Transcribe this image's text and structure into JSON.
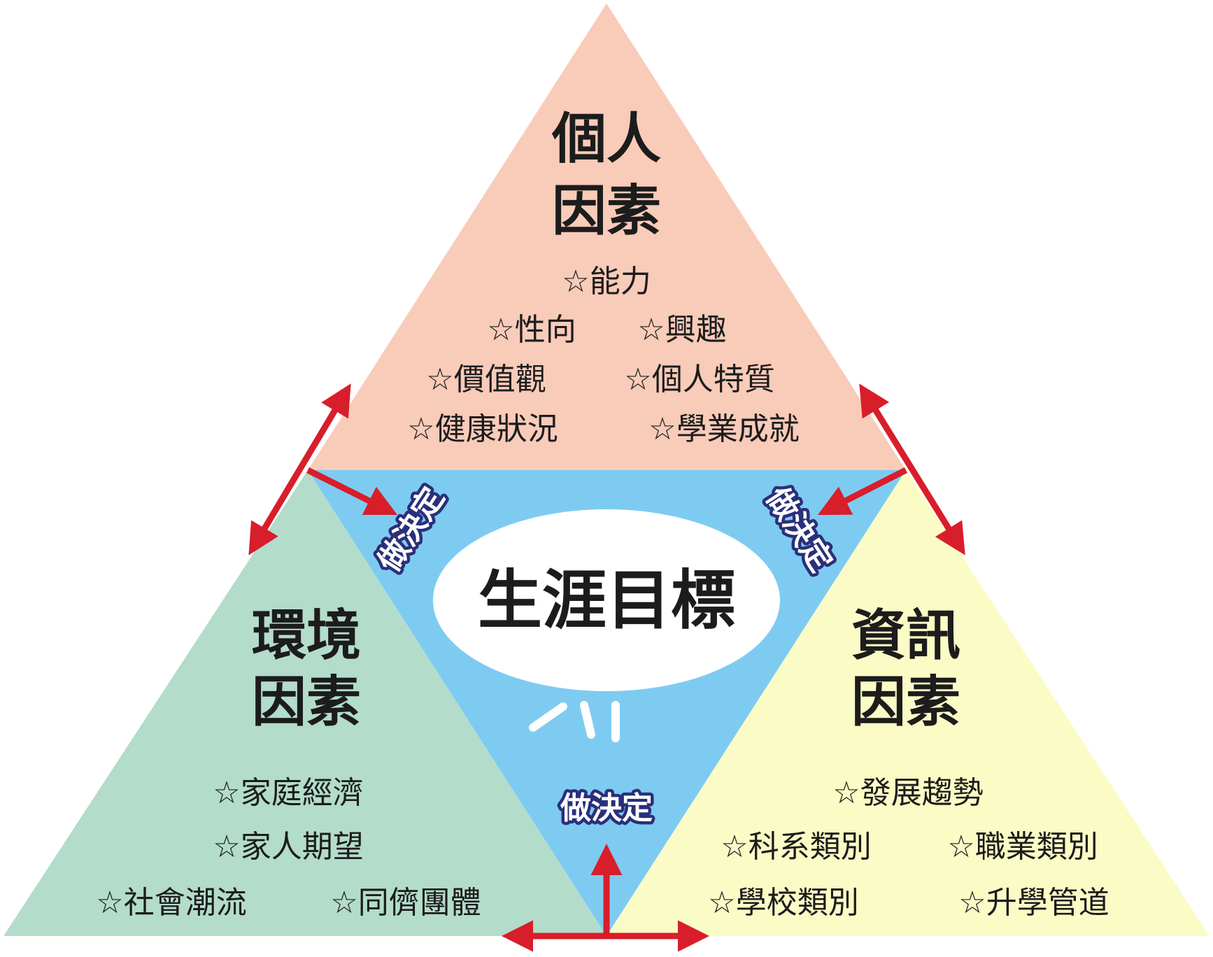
{
  "colors": {
    "personal": "#f9cbb9",
    "environment": "#b3dccb",
    "information": "#fbfbc6",
    "center": "#7ecbf2",
    "arrow": "#d81e2a",
    "decide_outline": "#2a2f7a"
  },
  "personal": {
    "title_line1": "個人",
    "title_line2": "因素",
    "items": [
      "☆能力",
      "☆性向",
      "☆興趣",
      "☆價值觀",
      "☆個人特質",
      "☆健康狀況",
      "☆學業成就"
    ]
  },
  "environment": {
    "title_line1": "環境",
    "title_line2": "因素",
    "items": [
      "☆家庭經濟",
      "☆家人期望",
      "☆社會潮流",
      "☆同儕團體"
    ]
  },
  "information": {
    "title_line1": "資訊",
    "title_line2": "因素",
    "items": [
      "☆發展趨勢",
      "☆科系類別",
      "☆職業類別",
      "☆學校類別",
      "☆升學管道"
    ]
  },
  "center": {
    "label": "生涯目標",
    "decide_left": "做決定",
    "decide_right": "做決定",
    "decide_bottom": "做決定"
  }
}
